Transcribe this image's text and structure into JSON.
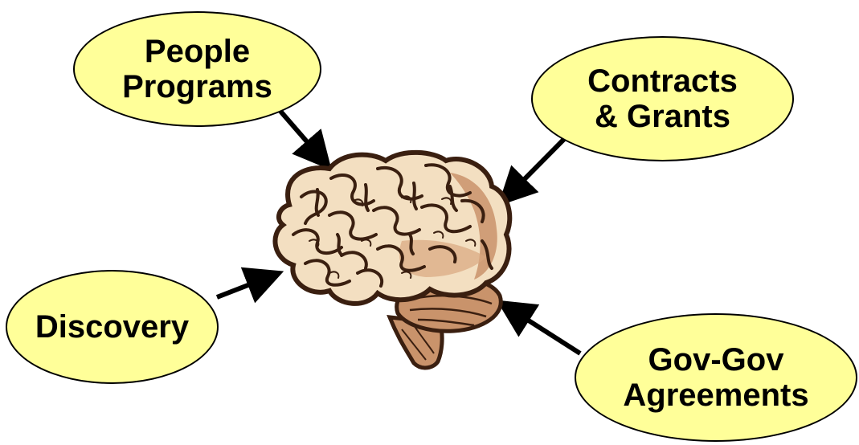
{
  "diagram": {
    "center": {
      "icon": "brain-icon"
    },
    "nodes": {
      "people": {
        "line1": "People",
        "line2": "Programs"
      },
      "contracts": {
        "line1": "Contracts",
        "line2": "& Grants"
      },
      "discovery": {
        "line1": "Discovery"
      },
      "govgov": {
        "line1": "Gov-Gov",
        "line2": "Agreements"
      }
    },
    "colors": {
      "bubble_fill": "#ffff99",
      "outline": "#000000",
      "brain_fill": "#f3dfc1",
      "brain_shade": "#c9936b",
      "brain_dark": "#3a1f10"
    }
  }
}
